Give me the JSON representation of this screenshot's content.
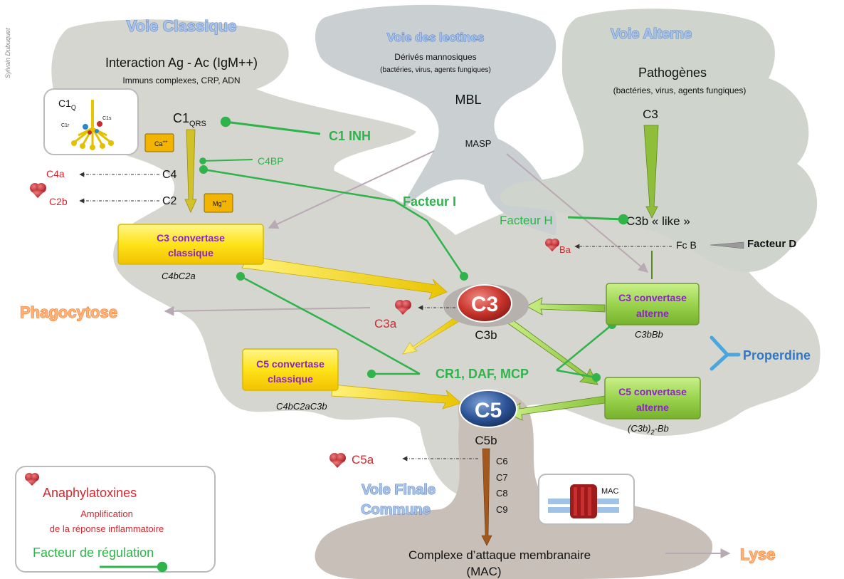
{
  "watermark": "Sylvain Dubuquet",
  "classique": {
    "title": "Voie Classique",
    "line1": "Interaction Ag - Ac (IgM++)",
    "line2": "Immuns complexes, CRP, ADN",
    "c1q": "C1",
    "c1q_sub": "Q",
    "c1r": "C1r",
    "c1s": "C1s",
    "c1": "C1",
    "c1_sub": "QRS",
    "ca": "Ca",
    "ca_sup": "++",
    "mg": "Mg",
    "mg_sup": "++",
    "c4": "C4",
    "c2": "C2",
    "c4a": "C4a",
    "c2b": "C2b",
    "c1inh": "C1 INH",
    "c4bp": "C4BP"
  },
  "lectines": {
    "title": "Voie des lectines",
    "line1": "Dérivés mannosiques",
    "line2": "(bactéries, virus, agents fungiques)",
    "mbl": "MBL",
    "masp": "MASP"
  },
  "alterne": {
    "title": "Voie Alterne",
    "line1": "Pathogènes",
    "line2": "(bactéries, virus, agents fungiques)",
    "c3": "C3",
    "c3b_like": "C3b « like »",
    "facteur_h": "Facteur H",
    "fcb": "Fc B",
    "facteur_d": "Facteur D",
    "ba": "Ba"
  },
  "center": {
    "facteur_i": "Facteur I",
    "c3": "C3",
    "c3b": "C3b",
    "c3a": "C3a",
    "phago": "Phagocytose",
    "cr1": "CR1, DAF, MCP",
    "c5": "C5",
    "c5b": "C5b",
    "c5a": "C5a",
    "properdine": "Properdine"
  },
  "boxes": {
    "c3cl_1": "C3 convertase",
    "c3cl_2": "classique",
    "c3cl_sub": "C4bC2a",
    "c5cl_1": "C5 convertase",
    "c5cl_2": "classique",
    "c5cl_sub": "C4bC2aC3b",
    "c3alt_1": "C3 convertase",
    "c3alt_2": "alterne",
    "c3alt_sub": "C3bBb",
    "c5alt_1": "C5 convertase",
    "c5alt_2": "alterne",
    "c5alt_sub": "(C3b)",
    "c5alt_sub_sub": "2",
    "c5alt_sub_tail": "-Bb"
  },
  "finale": {
    "title1": "Voie Finale",
    "title2": "Commune",
    "c6": "C6",
    "c7": "C7",
    "c8": "C8",
    "c9": "C9",
    "mac_icon": "MAC",
    "complexe": "Complexe d’attaque membranaire",
    "mac": "(MAC)",
    "lyse": "Lyse"
  },
  "legend": {
    "anaphylatoxines": "Anaphylatoxines",
    "amplification1": "Amplification",
    "amplification2": "de la réponse inflammatoire",
    "regulation": "Facteur de régulation"
  },
  "colors": {
    "regulation_green": "#2fb34a",
    "anaphylatoxin_red": "#d8262e",
    "enzyme_purple": "#8b22c9",
    "pathway_blue": "#a9c4ea",
    "output_orange": "#ffb27a",
    "properdine_blue": "#2f77c7"
  },
  "icons": [
    "heart-icon",
    "c1-molecule-icon",
    "mac-pore-icon",
    "properdine-icon"
  ]
}
